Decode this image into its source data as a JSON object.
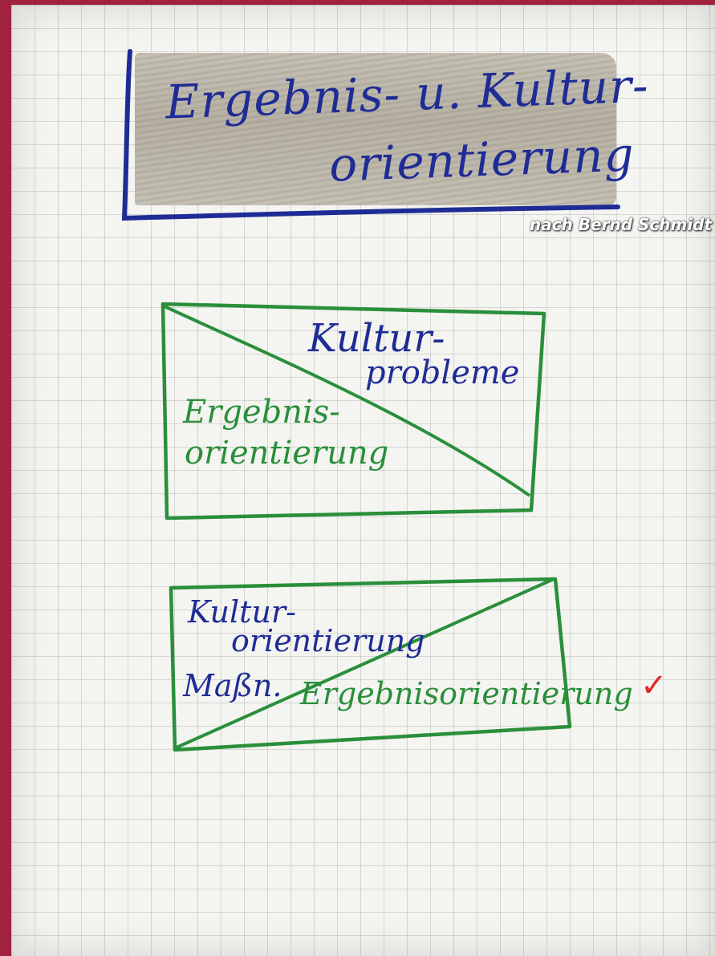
{
  "flipchart": {
    "title_line1": "Ergebnis- u. Kultur-",
    "title_line2": "orientierung",
    "credit": "nach Bernd Schmidt",
    "diagram1": {
      "upper_label_line1": "Kultur-",
      "upper_label_line2": "probleme",
      "lower_label_line1": "Ergebnis-",
      "lower_label_line2": "orientierung"
    },
    "diagram2": {
      "upper_label_line1": "Kultur-",
      "upper_label_line2": "orientierung",
      "left_label": "Maßn.",
      "lower_label": "Ergebnisorientierung",
      "checkmark": "✓"
    }
  },
  "colors": {
    "blue_marker": "#1f2c95",
    "green_marker": "#2a8f3a",
    "red_marker": "#e02a2a",
    "frame": "#a0223f",
    "paper": "#f4f4f1"
  }
}
